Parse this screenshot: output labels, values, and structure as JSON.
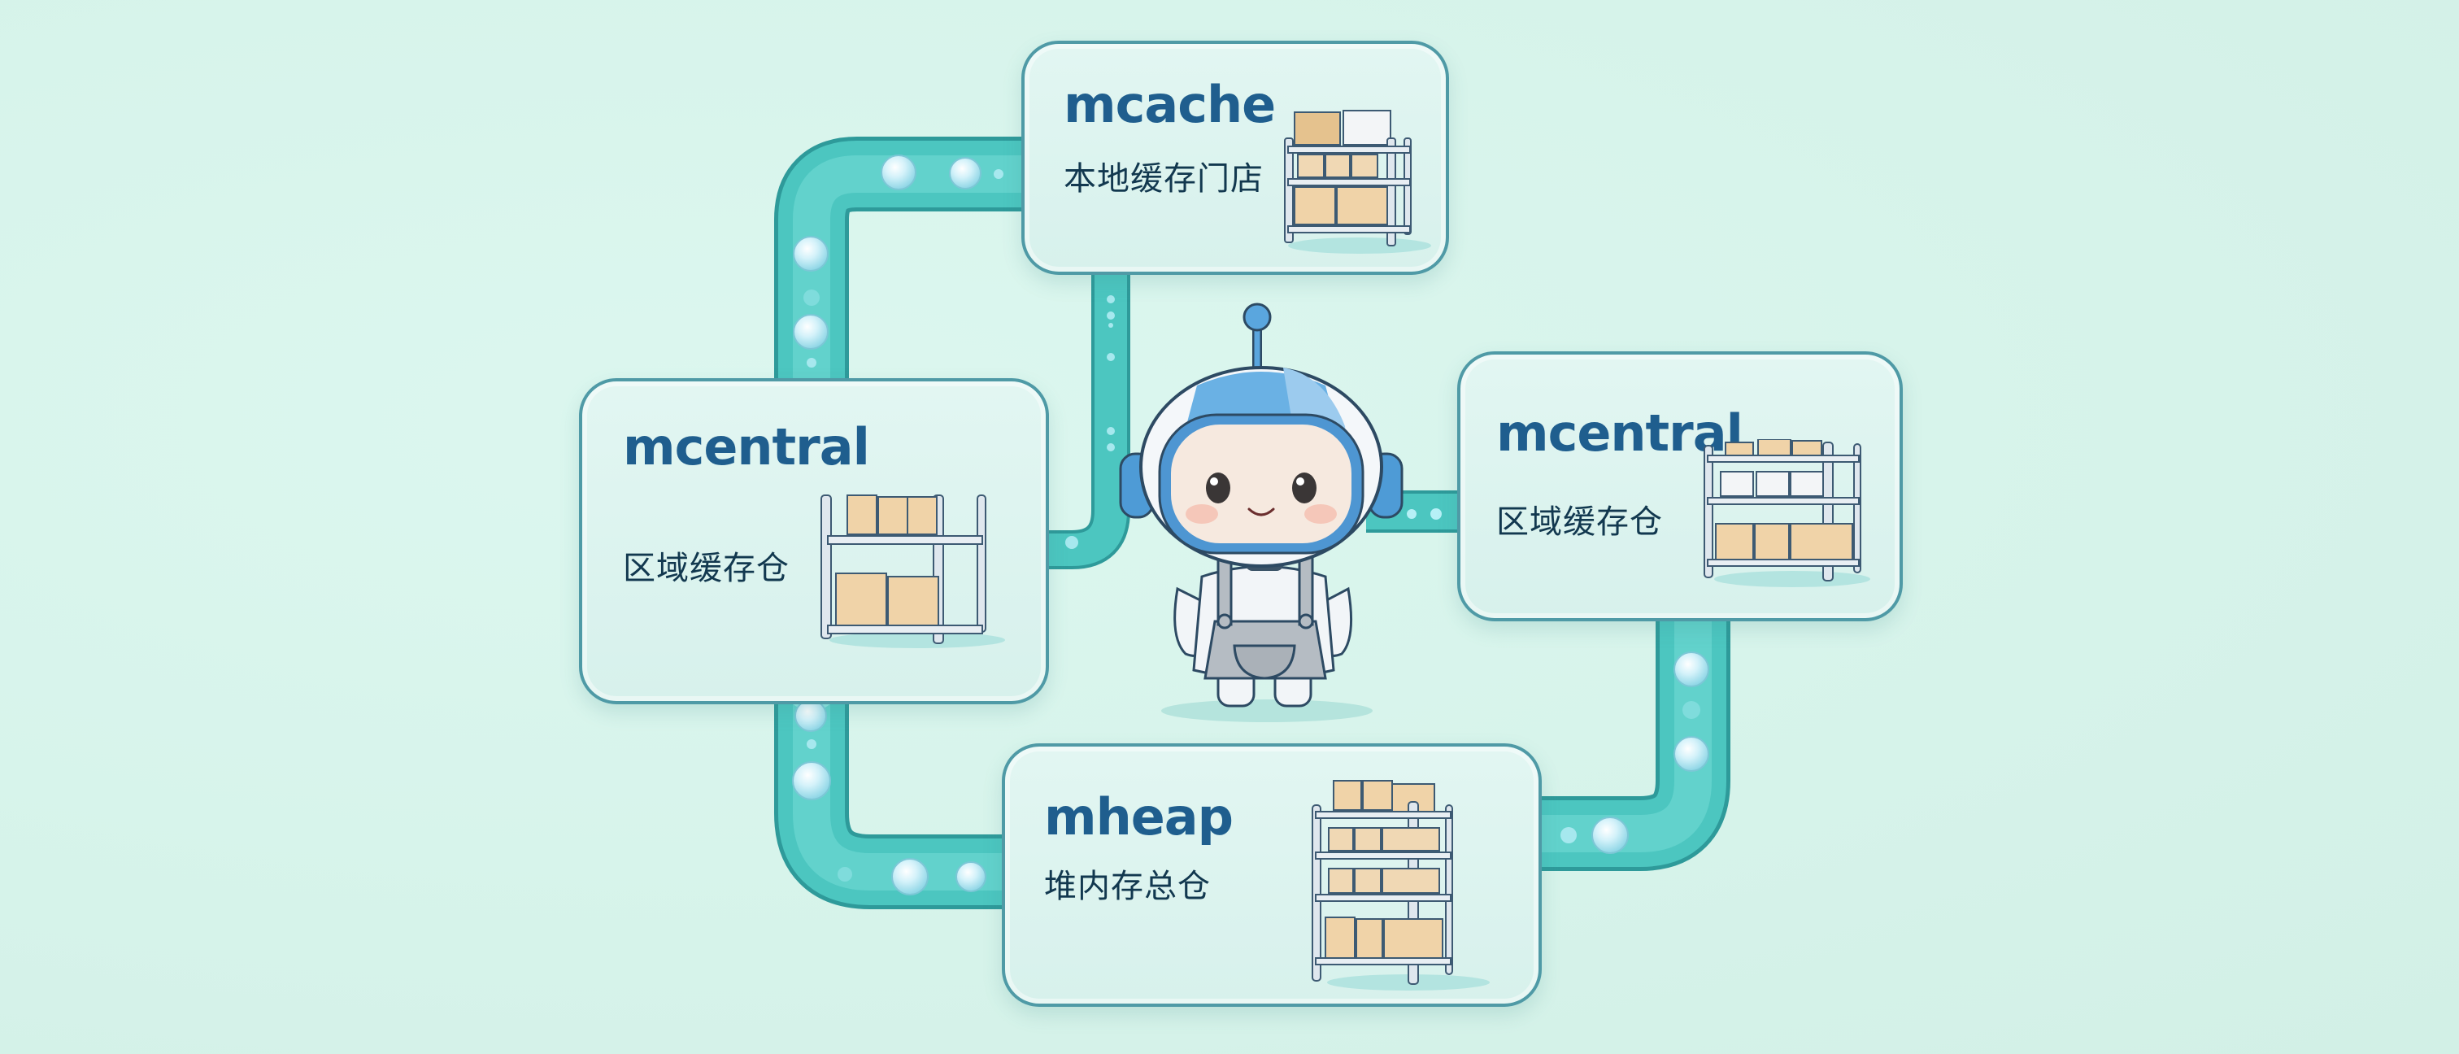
{
  "diagram": {
    "theme": {
      "background": "#d9f5ec",
      "card_border": "#4f9aa6",
      "card_fill": "#ddf4ef",
      "title_color": "#1f5e8e",
      "subtitle_color": "#12384f",
      "pipe_color": "#4cc6c0",
      "pipe_edge": "#2e9a9a",
      "bubble_color": "#bfeaf5"
    },
    "mascot": {
      "name": "robot-mascot",
      "description": "Cute robot with blue helmet, antenna and grey apron"
    },
    "nodes": [
      {
        "id": "mcache",
        "title": "mcache",
        "subtitle": "本地缓存门店",
        "shelf_tiers": 3
      },
      {
        "id": "mcentral-left",
        "title": "mcentral",
        "subtitle": "区域缓存仓",
        "shelf_tiers": 2
      },
      {
        "id": "mcentral-right",
        "title": "mcentral",
        "subtitle": "区域缓存仓",
        "shelf_tiers": 3
      },
      {
        "id": "mheap",
        "title": "mheap",
        "subtitle": "堆内存总仓",
        "shelf_tiers": 4
      }
    ],
    "connections": [
      {
        "from": "mcentral-left",
        "to": "mcache",
        "style": "pipe"
      },
      {
        "from": "mcache",
        "to": "mcentral-left",
        "style": "pipe"
      },
      {
        "from": "mcentral-left",
        "to": "mheap",
        "style": "pipe"
      },
      {
        "from": "mheap",
        "to": "mcentral-right",
        "style": "pipe"
      },
      {
        "from": "robot-mascot",
        "to": "mcentral-right",
        "style": "pipe"
      }
    ]
  }
}
